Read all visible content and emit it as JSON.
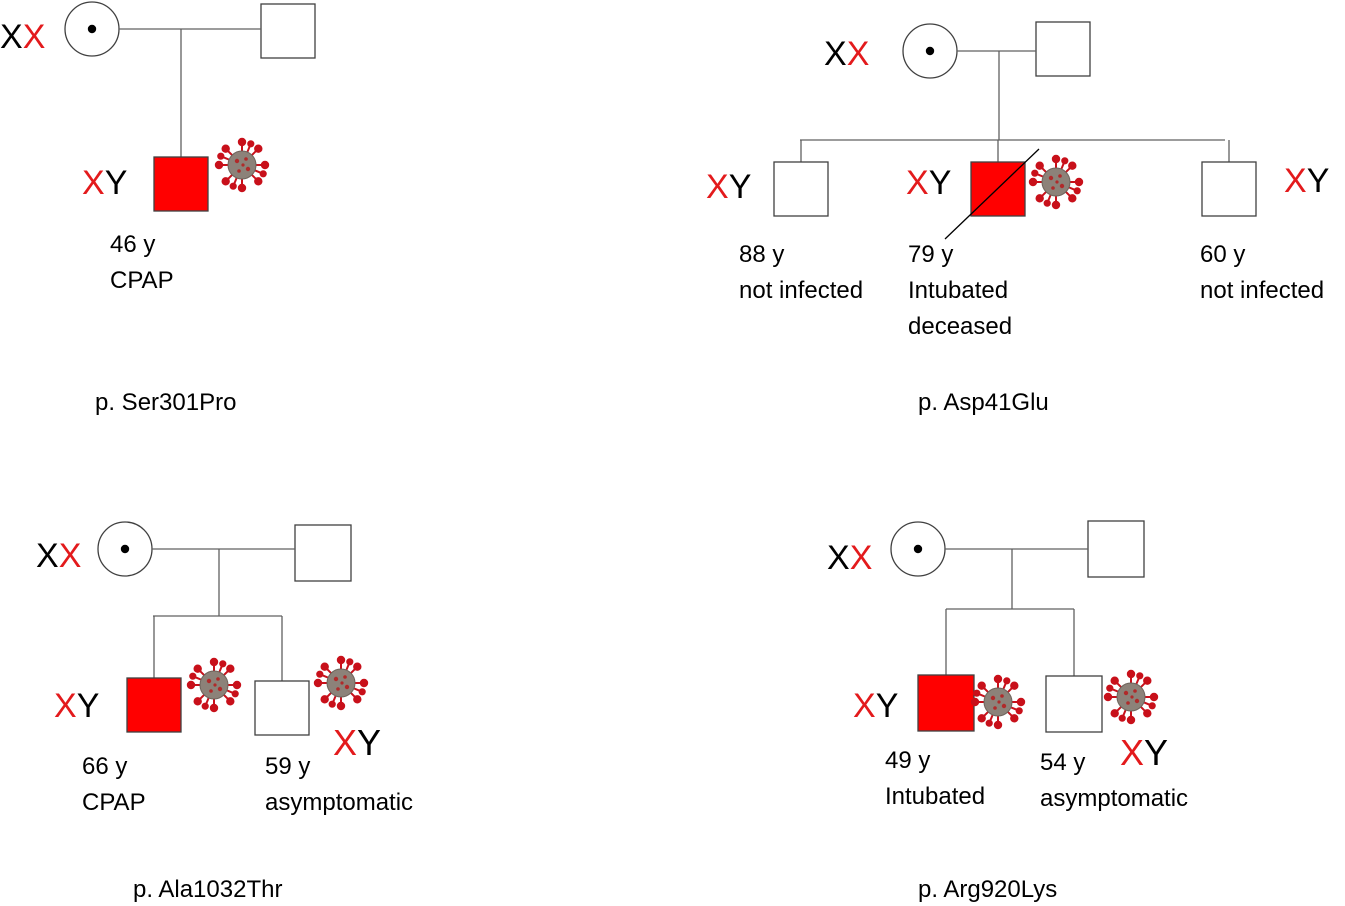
{
  "colors": {
    "affected": "#ff0000",
    "unaffected": "#ffffff",
    "red_allele": "#e31a1c",
    "black_allele": "#000000",
    "virus_body": "#8c8279",
    "virus_spike": "#c8101a"
  },
  "icon": "virus-icon",
  "pedigrees": [
    {
      "variant": "p. Ser301Pro",
      "mother_genotype": [
        "X",
        "X"
      ],
      "children": [
        {
          "genotype": [
            "X",
            "Y"
          ],
          "status": "affected",
          "deceased": false,
          "virus": true,
          "labels": [
            "46 y",
            "CPAP"
          ]
        }
      ]
    },
    {
      "variant": "p. Asp41Glu",
      "mother_genotype": [
        "X",
        "X"
      ],
      "children": [
        {
          "genotype": [
            "X",
            "Y"
          ],
          "status": "unaffected",
          "deceased": false,
          "virus": false,
          "labels": [
            "88 y",
            "not infected"
          ]
        },
        {
          "genotype": [
            "X",
            "Y"
          ],
          "status": "affected",
          "deceased": true,
          "virus": true,
          "labels": [
            "79 y",
            "Intubated",
            "deceased"
          ]
        },
        {
          "genotype": [
            "X",
            "Y"
          ],
          "status": "unaffected",
          "deceased": false,
          "virus": false,
          "labels": [
            "60 y",
            "not infected"
          ]
        }
      ]
    },
    {
      "variant": "p. Ala1032Thr",
      "mother_genotype": [
        "X",
        "X"
      ],
      "children": [
        {
          "genotype": [
            "X",
            "Y"
          ],
          "status": "affected",
          "deceased": false,
          "virus": true,
          "labels": [
            "66 y",
            "CPAP"
          ]
        },
        {
          "genotype": [
            "X",
            "Y"
          ],
          "status": "unaffected",
          "deceased": false,
          "virus": true,
          "labels": [
            "59 y",
            "asymptomatic"
          ]
        }
      ]
    },
    {
      "variant": "p. Arg920Lys",
      "mother_genotype": [
        "X",
        "X"
      ],
      "children": [
        {
          "genotype": [
            "X",
            "Y"
          ],
          "status": "affected",
          "deceased": false,
          "virus": true,
          "labels": [
            "49 y",
            "Intubated"
          ]
        },
        {
          "genotype": [
            "X",
            "Y"
          ],
          "status": "unaffected",
          "deceased": false,
          "virus": true,
          "labels": [
            "54 y",
            "asymptomatic"
          ]
        }
      ]
    }
  ]
}
